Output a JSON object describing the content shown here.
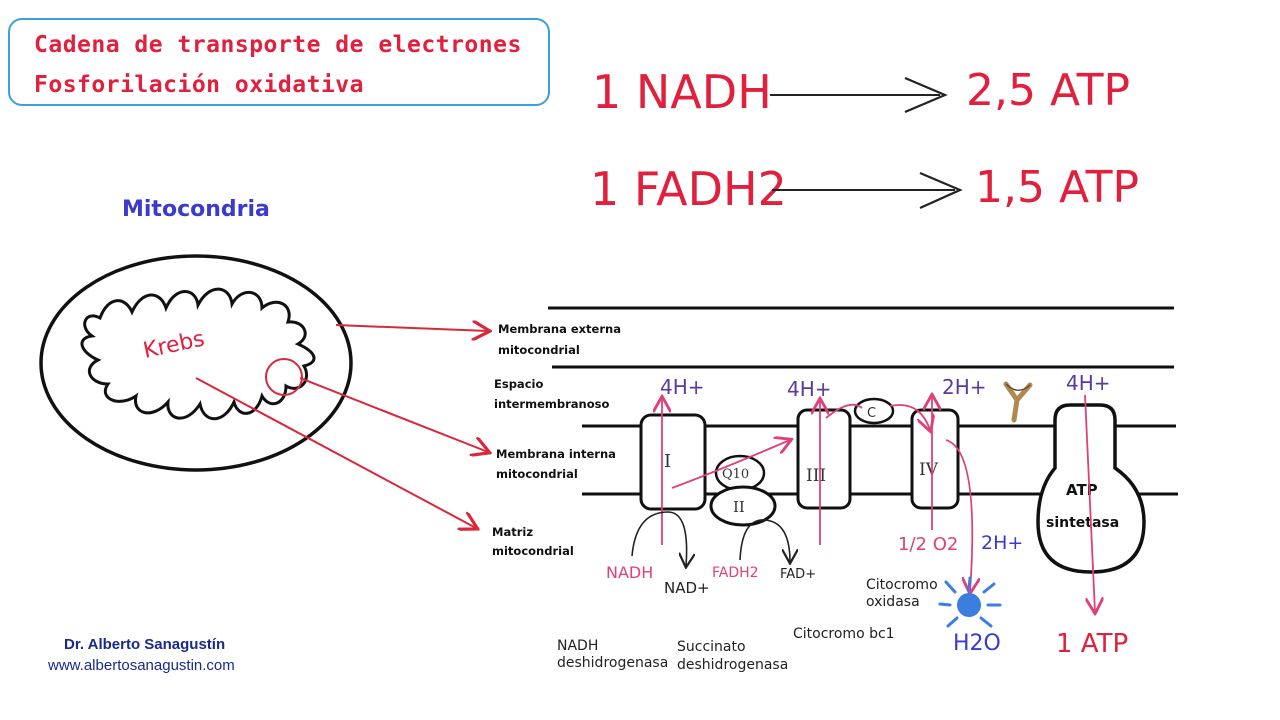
{
  "header": {
    "title_line1": "Cadena de transporte de electrones",
    "title_line2": "Fosforilación oxidativa"
  },
  "yield": {
    "nadh_label": "1 NADH",
    "nadh_atp": "2,5 ATP",
    "fadh2_label": "1 FADH2",
    "fadh2_atp": "1,5 ATP"
  },
  "mitochondria": {
    "title": "Mitocondria",
    "krebs": "Krebs"
  },
  "regions": {
    "outer_membrane_1": "Membrana externa",
    "outer_membrane_2": "mitocondrial",
    "intermembrane_1": "Espacio",
    "intermembrane_2": "intermembranoso",
    "inner_membrane_1": "Membrana interna",
    "inner_membrane_2": "mitocondrial",
    "matrix_1": "Matriz",
    "matrix_2": "mitocondrial"
  },
  "complexes": {
    "c1": "I",
    "q10": "Q10",
    "c2": "II",
    "c3": "III",
    "cyt_c": "C",
    "c4": "IV",
    "atp_synthase_1": "ATP",
    "atp_synthase_2": "sintetasa"
  },
  "protons": {
    "c1": "4H+",
    "c3": "4H+",
    "c4": "2H+",
    "atp": "4H+",
    "matrix": "2H+"
  },
  "substrates": {
    "nadh": "NADH",
    "nad": "NAD+",
    "fadh2": "FADH2",
    "fad": "FAD+",
    "oxygen": "1/2 O2",
    "water": "H2O",
    "atp_out": "1 ATP"
  },
  "enzymes": {
    "nadh_deh_1": "NADH",
    "nadh_deh_2": "deshidrogenasa",
    "succ_deh_1": "Succinato",
    "succ_deh_2": "deshidrogenasa",
    "cyt_bc1": "Citocromo bc1",
    "cyt_ox_1": "Citocromo",
    "cyt_ox_2": "oxidasa"
  },
  "author": {
    "name": "Dr. Alberto Sanagustín",
    "site": "www.albertosanagustin.com"
  },
  "colors": {
    "red": "#e0203c",
    "blue": "#3a3acc",
    "pink": "#e0407a",
    "purple": "#5a3a9a"
  }
}
